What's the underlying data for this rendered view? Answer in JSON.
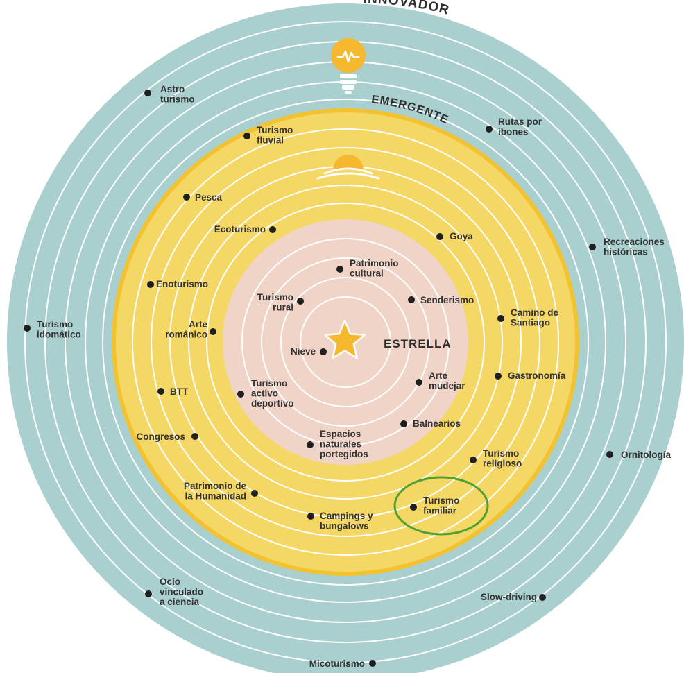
{
  "colors": {
    "outer_ring": "#a9cfcf",
    "middle_ring": "#f4d765",
    "middle_border": "#f2c230",
    "inner_disc": "#f0d4c8",
    "circle_lines": "#ffffff",
    "dot": "#1f1f1f",
    "icon_yellow": "#f6b82e",
    "highlight": "#4fa136"
  },
  "rings": {
    "outer_title": "INNOVADOR",
    "middle_title": "EMERGENTE",
    "inner_title": "ESTRELLA"
  },
  "icons": {
    "outer": "lightbulb-icon",
    "middle": "sunrise-icon",
    "inner": "star-icon"
  },
  "items": {
    "astro": [
      "Astro",
      "turismo"
    ],
    "rutas": [
      "Rutas por",
      "ibones"
    ],
    "recreaciones": [
      "Recreaciones",
      "históricas"
    ],
    "idiomatico": [
      "Turismo",
      "idomático"
    ],
    "ornitologia": [
      "Ornitología"
    ],
    "ocio": [
      "Ocio",
      "vinculado",
      "a ciencia"
    ],
    "slow": [
      "Slow-driving"
    ],
    "micoturismo": [
      "Micoturismo"
    ],
    "fluvial": [
      "Turismo",
      "fluvial"
    ],
    "pesca": [
      "Pesca"
    ],
    "ecoturismo": [
      "Ecoturismo"
    ],
    "goya": [
      "Goya"
    ],
    "enoturismo": [
      "Enoturismo"
    ],
    "camino": [
      "Camino de",
      "Santiago"
    ],
    "romanico": [
      "Arte",
      "románico"
    ],
    "gastronomia": [
      "Gastronomía"
    ],
    "btt": [
      "BTT"
    ],
    "congresos": [
      "Congresos"
    ],
    "religioso": [
      "Turismo",
      "religioso"
    ],
    "humanidad": [
      "Patrimonio de",
      "la Humanidad"
    ],
    "familiar": [
      "Turismo",
      "familiar"
    ],
    "campings": [
      "Campings y",
      "bungalows"
    ],
    "patrimonio": [
      "Patrimonio",
      "cultural"
    ],
    "rural": [
      "Turismo",
      "rural"
    ],
    "senderismo": [
      "Senderismo"
    ],
    "nieve": [
      "Nieve"
    ],
    "mudejar": [
      "Arte",
      "mudejar"
    ],
    "activo": [
      "Turismo",
      "activo",
      "deportivo"
    ],
    "balnearios": [
      "Balnearios"
    ],
    "espacios": [
      "Espacios",
      "naturales",
      "portegidos"
    ]
  },
  "highlighted_item": "familiar"
}
